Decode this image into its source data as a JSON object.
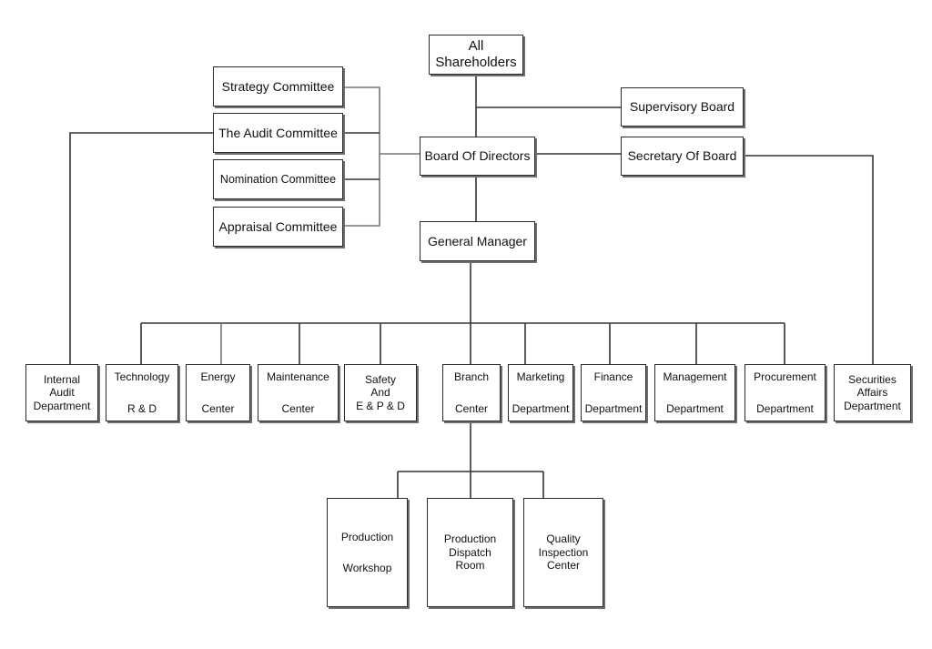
{
  "top": {
    "shareholders": [
      "All",
      "Shareholders"
    ],
    "supervisory_board": "Supervisory Board",
    "board_of_directors": "Board Of Directors",
    "secretary_of_board": "Secretary Of Board",
    "general_manager": "General Manager"
  },
  "committees": {
    "strategy": "Strategy Committee",
    "audit": "The Audit Committee",
    "nomination": "Nomination Committee",
    "appraisal": "Appraisal Committee"
  },
  "departments": {
    "internal_audit": [
      "Internal",
      "Audit",
      "Department"
    ],
    "technology": [
      "Technology",
      "R & D"
    ],
    "energy": [
      "Energy",
      "Center"
    ],
    "maintenance": [
      "Maintenance",
      "Center"
    ],
    "safety": [
      "Safety",
      "And",
      "E & P & D"
    ],
    "branch": [
      "Branch",
      "Center"
    ],
    "marketing": [
      "Marketing",
      "Department"
    ],
    "finance": [
      "Finance",
      "Department"
    ],
    "management": [
      "Management",
      "Department"
    ],
    "procurement": [
      "Procurement",
      "Department"
    ],
    "securities": [
      "Securities",
      "Affairs",
      "Department"
    ]
  },
  "sub_units": {
    "production_workshop": [
      "Production",
      "Workshop"
    ],
    "production_dispatch": [
      "Production",
      "Dispatch",
      "Room"
    ],
    "quality_inspection": [
      "Quality",
      "Inspection",
      "Center"
    ]
  }
}
